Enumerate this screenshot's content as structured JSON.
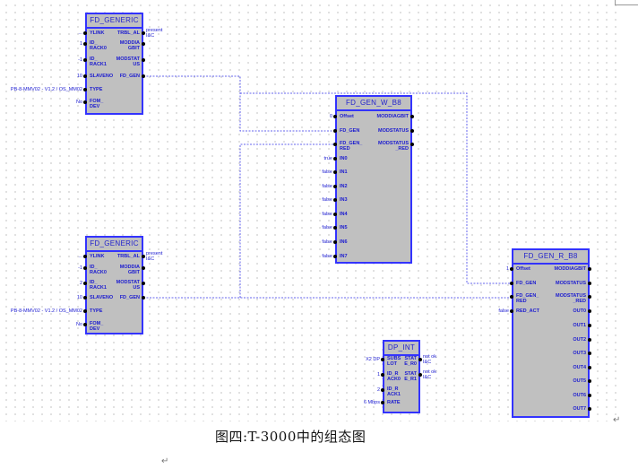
{
  "caption": "图四:T-3000中的组态图",
  "paragraph_mark": "↵",
  "colors": {
    "block_fill": "#c0c0c0",
    "block_border": "#3333ff",
    "pin_text": "#1a1ad0",
    "wire": "#6666ee"
  },
  "blocks": [
    {
      "id": "fd_generic_1",
      "title": "FD_GENERIC",
      "inputs": [
        {
          "label": "YLINK",
          "value": "..."
        },
        {
          "label": "ID_\nRACK0",
          "value": "1"
        },
        {
          "label": "ID_\nRACK1",
          "value": "-1"
        },
        {
          "label": "SLAVENO",
          "value": "10"
        },
        {
          "label": "TYPE",
          "value": "PB-8-MMV02 - V1.2 / OS_MM02"
        },
        {
          "label": "FOM_\nDEV",
          "value": "No"
        }
      ],
      "outputs": [
        {
          "label": "TRBL_AL",
          "value": "present\nI&C"
        },
        {
          "label": "MODDIA\nGBIT",
          "value": ""
        },
        {
          "label": "MODSTAT\nUS",
          "value": ""
        },
        {
          "label": "FD_GEN",
          "value": ""
        }
      ]
    },
    {
      "id": "fd_generic_2",
      "title": "FD_GENERIC",
      "inputs": [
        {
          "label": "YLINK",
          "value": "..."
        },
        {
          "label": "ID_\nRACK0",
          "value": "-1"
        },
        {
          "label": "ID_\nRACK1",
          "value": "2"
        },
        {
          "label": "SLAVENO",
          "value": "10"
        },
        {
          "label": "TYPE",
          "value": "PB-8-MMV02 - V1.2 / OS_MM02"
        },
        {
          "label": "FOM_\nDEV",
          "value": "No"
        }
      ],
      "outputs": [
        {
          "label": "TRBL_AL",
          "value": "present\nI&C"
        },
        {
          "label": "MODDIA\nGBIT",
          "value": ""
        },
        {
          "label": "MODSTAT\nUS",
          "value": ""
        },
        {
          "label": "FD_GEN",
          "value": ""
        }
      ]
    },
    {
      "id": "fd_gen_w_b8",
      "title": "FD_GEN_W_B8",
      "inputs": [
        {
          "label": "Offset",
          "value": "0"
        },
        {
          "label": "FD_GEN",
          "value": ""
        },
        {
          "label": "FD_GEN_\nRED",
          "value": ""
        },
        {
          "label": "IN0",
          "value": "true"
        },
        {
          "label": "IN1",
          "value": "false"
        },
        {
          "label": "IN2",
          "value": "false"
        },
        {
          "label": "IN3",
          "value": "false"
        },
        {
          "label": "IN4",
          "value": "false"
        },
        {
          "label": "IN5",
          "value": "false"
        },
        {
          "label": "IN6",
          "value": "false"
        },
        {
          "label": "IN7",
          "value": "false"
        }
      ],
      "outputs": [
        {
          "label": "MODDIAGBIT",
          "value": ""
        },
        {
          "label": "MODSTATUS",
          "value": ""
        },
        {
          "label": "MODSTATUS\n_RED",
          "value": ""
        }
      ]
    },
    {
      "id": "fd_gen_r_b8",
      "title": "FD_GEN_R_B8",
      "inputs": [
        {
          "label": "Offset",
          "value": "1"
        },
        {
          "label": "FD_GEN",
          "value": ""
        },
        {
          "label": "FD_GEN_\nRED",
          "value": ""
        },
        {
          "label": "RED_ACT",
          "value": "false"
        }
      ],
      "outputs": [
        {
          "label": "MODDIAGBIT",
          "value": ""
        },
        {
          "label": "MODSTATUS",
          "value": ""
        },
        {
          "label": "MODSTATUS\n_RED",
          "value": ""
        },
        {
          "label": "OUT0",
          "value": ""
        },
        {
          "label": "OUT1",
          "value": ""
        },
        {
          "label": "OUT2",
          "value": ""
        },
        {
          "label": "OUT3",
          "value": ""
        },
        {
          "label": "OUT4",
          "value": ""
        },
        {
          "label": "OUT5",
          "value": ""
        },
        {
          "label": "OUT6",
          "value": ""
        },
        {
          "label": "OUT7",
          "value": ""
        }
      ]
    },
    {
      "id": "dp_int",
      "title": "DP_INT",
      "inputs": [
        {
          "label": "SUBS\nLOT",
          "value": "X2 DP"
        },
        {
          "label": "ID_R\nACK0",
          "value": "1"
        },
        {
          "label": "ID_R\nACK1",
          "value": "2"
        },
        {
          "label": "RATE",
          "value": "6 Mbps"
        }
      ],
      "outputs": [
        {
          "label": "STAT\nE_R0",
          "value": "not ok\nI&C"
        },
        {
          "label": "STAT\nE_R1",
          "value": "not ok\nI&C"
        }
      ]
    }
  ],
  "connections": [
    {
      "from": "fd_generic_1.FD_GEN",
      "to": "fd_gen_w_b8.FD_GEN"
    },
    {
      "from": "fd_generic_1.FD_GEN",
      "to": "fd_gen_r_b8.FD_GEN"
    },
    {
      "from": "fd_generic_2.FD_GEN",
      "to": "fd_gen_w_b8.FD_GEN_RED"
    },
    {
      "from": "fd_generic_2.FD_GEN",
      "to": "fd_gen_r_b8.FD_GEN_RED"
    }
  ]
}
